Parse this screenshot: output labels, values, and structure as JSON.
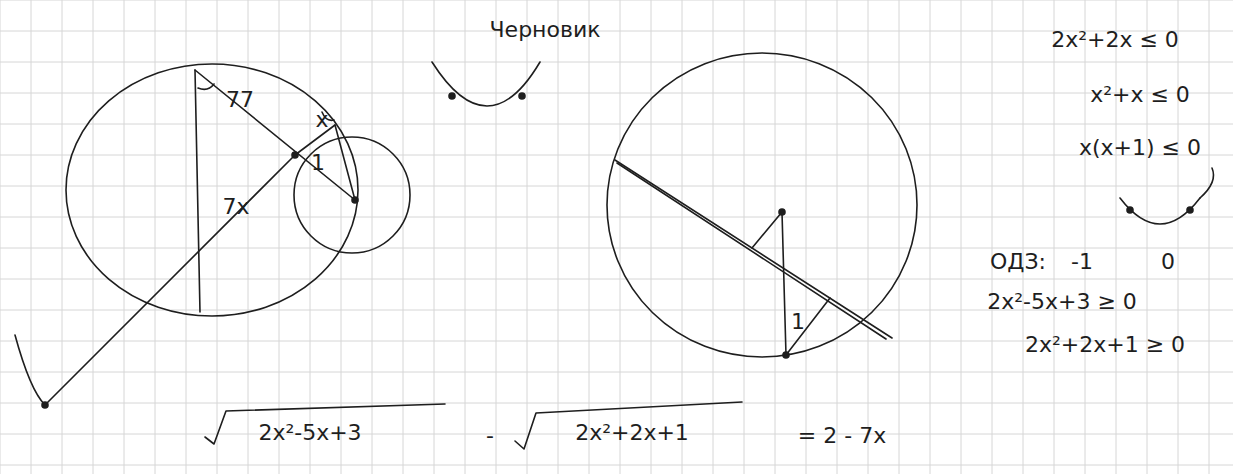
{
  "diagram": {
    "title": "Черновик",
    "labels": [
      "77",
      "x",
      "1",
      "7x",
      "1",
      "2x²+2x ≤ 0",
      "x²+x ≤ 0",
      "x(x+1) ≤ 0",
      "ОДЗ:",
      "-1",
      "0",
      "2x²-5x+3 ≥ 0",
      "2x²+2x+1 ≥ 0",
      "2x²-5x+3",
      "-",
      "2x²+2x+1",
      "= 2 - 7x"
    ]
  }
}
